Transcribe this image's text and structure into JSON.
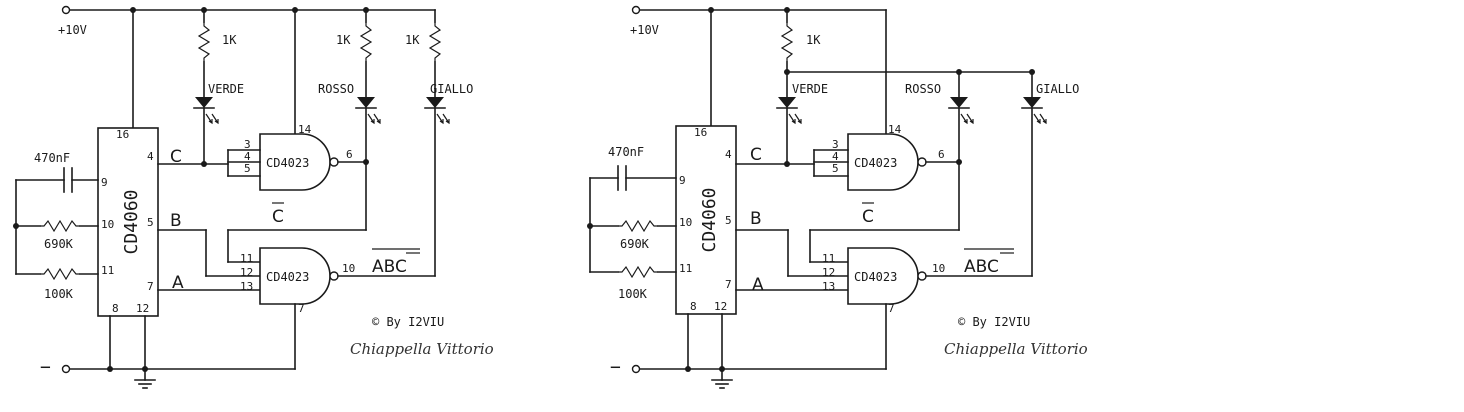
{
  "supply": {
    "positive": "+10V",
    "negative": "−"
  },
  "resistors": {
    "r1": "1K",
    "r2": "1K",
    "r3": "1K",
    "timing_r1": "690K",
    "timing_r2": "100K"
  },
  "capacitor": "470nF",
  "leds": {
    "green": "VERDE",
    "red": "ROSSO",
    "yellow": "GIALLO"
  },
  "chips": {
    "counter": "CD4060",
    "gate_top": "CD4023",
    "gate_bottom": "CD4023"
  },
  "pins": {
    "counter_vdd": "16",
    "counter_q4": "4",
    "counter_q5": "5",
    "counter_q7": "7",
    "counter_9": "9",
    "counter_10": "10",
    "counter_11": "11",
    "counter_gnd": "8",
    "counter_rst": "12",
    "gate_vdd": "14",
    "gate_in_a": "3",
    "gate_in_b": "4",
    "gate_in_c": "5",
    "gate_out_top": "6",
    "gate_in_11": "11",
    "gate_in_12": "12",
    "gate_in_13": "13",
    "gate_out_bottom": "10",
    "gate_gnd": "7"
  },
  "signals": {
    "c": "C",
    "b": "B",
    "a": "A",
    "c_not": "C",
    "abc_not": "ABC"
  },
  "credit": "© By I2VIU",
  "signature": "Chiappella Vittorio"
}
